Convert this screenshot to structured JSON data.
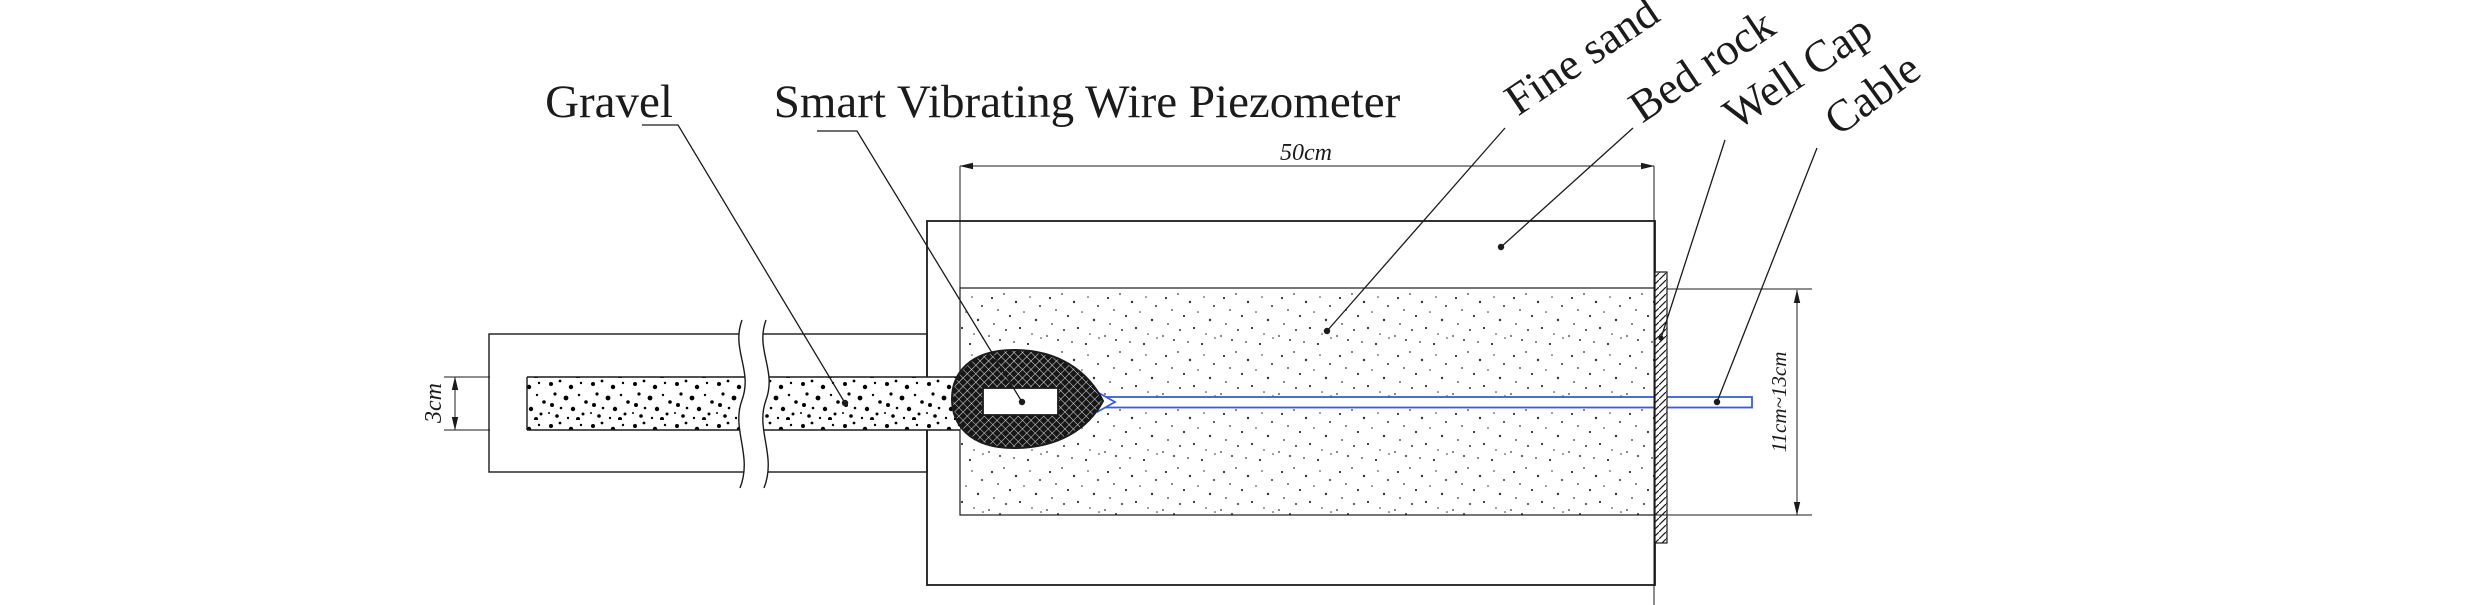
{
  "diagram": {
    "type": "technical-section-drawing",
    "labels": {
      "gravel": "Gravel",
      "piezometer": "Smart Vibrating Wire Piezometer",
      "fine_sand": "Fine sand",
      "bed_rock": "Bed rock",
      "well_cap": "Well Cap",
      "cable": "Cable"
    },
    "dimensions": {
      "chamber_length": "50cm",
      "borehole_annulus": "3cm",
      "chamber_height_range": "11cm~13cm"
    },
    "colors": {
      "line": "#1b1b1b",
      "cable": "#3b5cd8",
      "background": "#ffffff"
    }
  }
}
